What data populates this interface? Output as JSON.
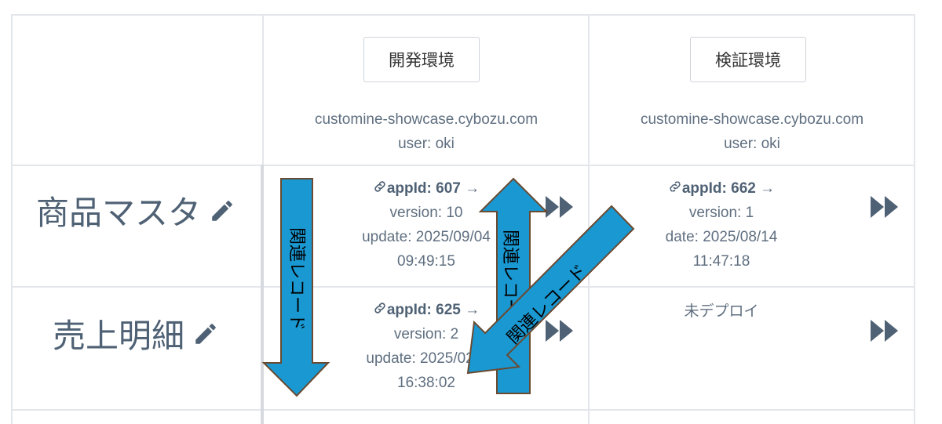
{
  "environments": [
    {
      "label": "開発環境",
      "host": "customine-showcase.cybozu.com",
      "user": "user: oki"
    },
    {
      "label": "検証環境",
      "host": "customine-showcase.cybozu.com",
      "user": "user: oki"
    }
  ],
  "apps": [
    {
      "name": "商品マスタ",
      "cells": [
        {
          "app_id": "appId: 607",
          "arrow": "→",
          "version": "version: 10",
          "update": "update: 2025/09/04",
          "time": "09:49:15"
        },
        {
          "app_id": "appId: 662",
          "arrow": "→",
          "version": "version: 1",
          "update": "date: 2025/08/14",
          "time": "11:47:18"
        }
      ]
    },
    {
      "name": "売上明細",
      "cells": [
        {
          "app_id": "appId: 625",
          "arrow": "→",
          "version": "version: 2",
          "update": "update: 2025/02/1",
          "time": "16:38:02"
        },
        {
          "status": "未デプロイ"
        }
      ]
    }
  ],
  "annotations": {
    "related_record": "関連レコード"
  },
  "colors": {
    "arrow_fill": "#1a98d2",
    "arrow_stroke": "#6a4a30",
    "text": "#5f6f80",
    "grid": "#e3e6ea"
  }
}
